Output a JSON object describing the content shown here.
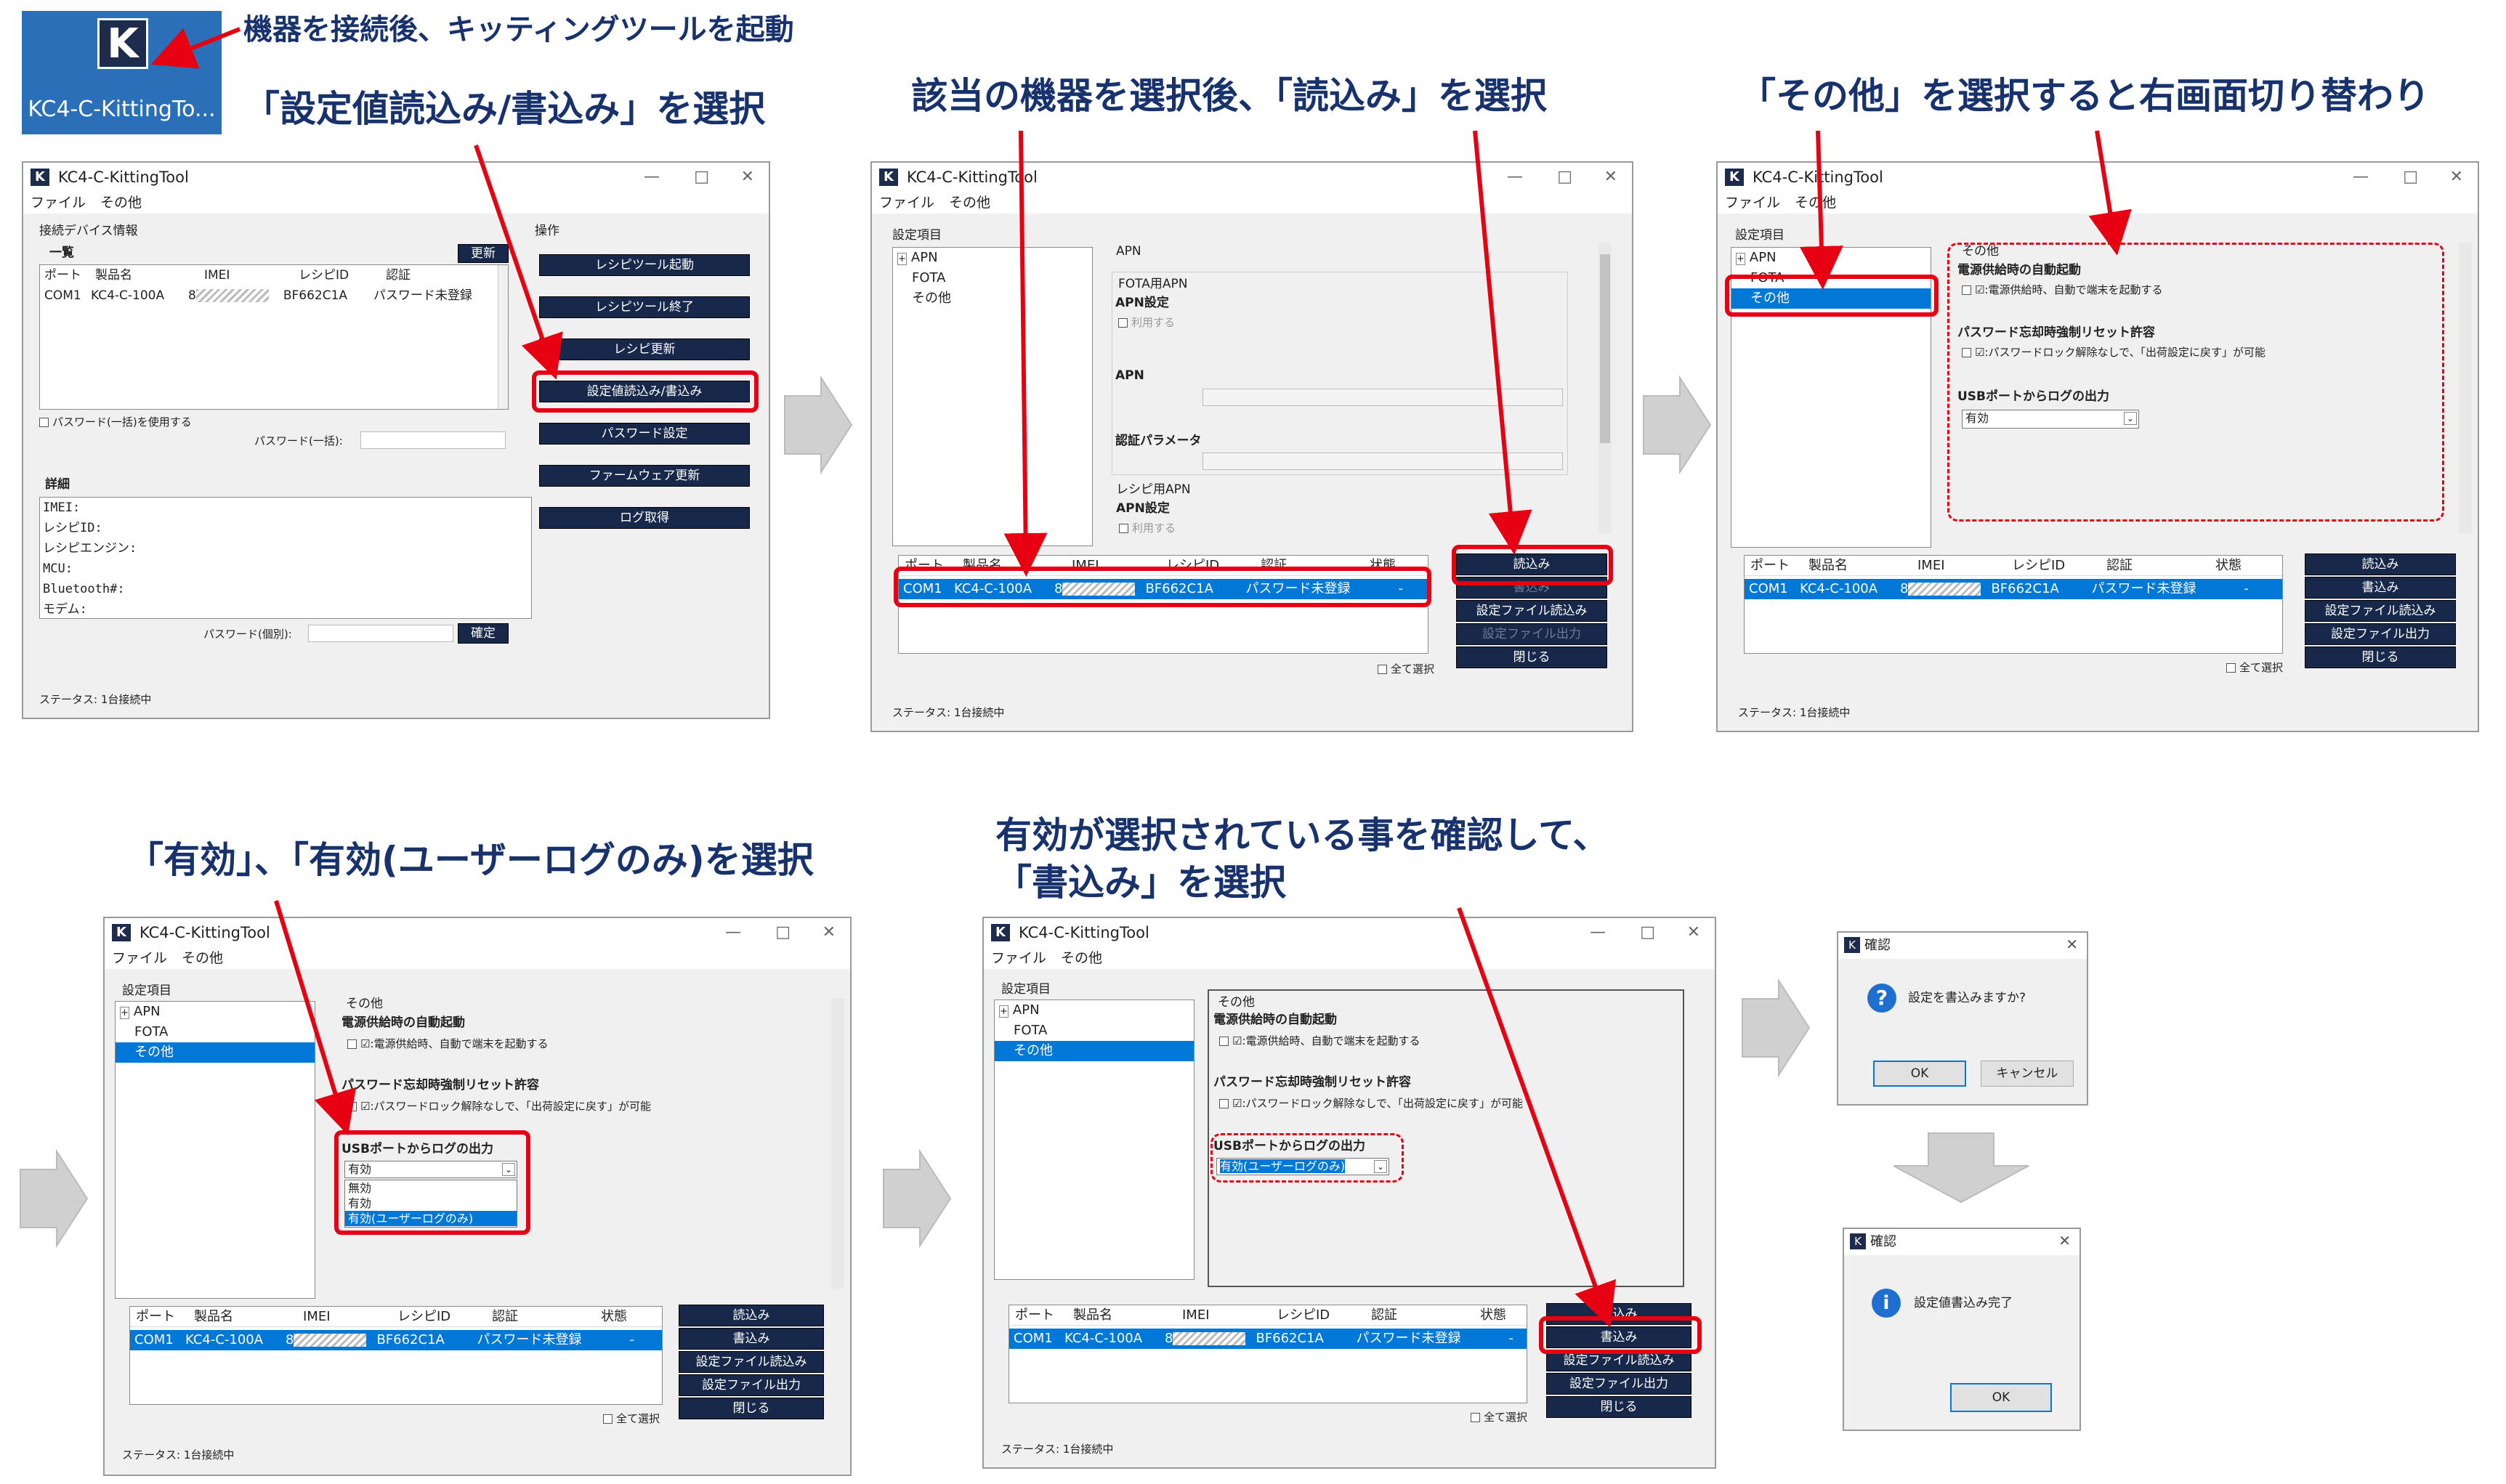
{
  "captions": {
    "step1a": "機器を接続後、キッティングツールを起動",
    "step1b": "「設定値読込み/書込み」を選択",
    "step2": "該当の機器を選択後、「読込み」を選択",
    "step3": "「その他」を選択すると右画面切り替わり",
    "step4": "「有効」、「有効(ユーザーログのみ)を選択",
    "step5a": "有効が選択されている事を確認して、",
    "step5b": "「書込み」を選択"
  },
  "app_icon": {
    "letter": "K",
    "label": "KC4-C-KittingTo..."
  },
  "window": {
    "title": "KC4-C-KittingTool",
    "menu_file": "ファイル",
    "menu_other": "その他",
    "minimize": "—",
    "maximize": "□",
    "close": "✕"
  },
  "main": {
    "connected_devices": "接続デバイス情報",
    "list_label": "一覧",
    "refresh": "更新",
    "operations": "操作",
    "buttons": [
      "レシピツール起動",
      "レシピツール終了",
      "レシピ更新",
      "設定値読込み/書込み",
      "パスワード設定",
      "ファームウェア更新",
      "ログ取得"
    ],
    "use_password_bulk": "パスワード(一括)を使用する",
    "password_bulk": "パスワード(一括):",
    "details": "詳細",
    "detail_lines": [
      "IMEI:",
      "レシピID:",
      "レシピエンジン:",
      "MCU:",
      "Bluetooth#:",
      "モデム:"
    ],
    "password_individual": "パスワード(個別):",
    "confirm": "確定",
    "status": "ステータス: 1台接続中"
  },
  "table": {
    "headers": [
      "ポート",
      "製品名",
      "IMEI",
      "レシピID",
      "認証",
      "状態"
    ],
    "row": {
      "port": "COM1",
      "product": "KC4-C-100A",
      "imei_prefix": "8",
      "recipe": "BF662C1A",
      "auth": "パスワード未登録",
      "state": "-"
    }
  },
  "settings": {
    "items_label": "設定項目",
    "tree": [
      "APN",
      "FOTA",
      "その他"
    ],
    "apn_header": "APN",
    "fota_apn": "FOTA用APN",
    "apn_setting": "APN設定",
    "use": "利用する",
    "apn": "APN",
    "auth_param": "認証パラメータ",
    "recipe_apn": "レシピ用APN",
    "other_header": "その他",
    "auto_start": "電源供給時の自動起動",
    "auto_start_cb": "☑:電源供給時、自動で端末を起動する",
    "pw_reset": "パスワード忘却時強制リセット許容",
    "pw_reset_cb": "☑:パスワードロック解除なしで、「出荷設定に戻す」が可能",
    "usb_log": "USBポートからログの出力",
    "usb_value": "有効",
    "usb_value_user": "有効(ユーザーログのみ)",
    "options": [
      "無効",
      "有効",
      "有効(ユーザーログのみ)"
    ],
    "select_all": "全て選択",
    "btns": [
      "読込み",
      "書込み",
      "設定ファイル読込み",
      "設定ファイル出力",
      "閉じる"
    ],
    "status": "ステータス: 1台接続中"
  },
  "dialog1": {
    "title": "確認",
    "message": "設定を書込みますか?",
    "ok": "OK",
    "cancel": "キャンセル",
    "close": "✕"
  },
  "dialog2": {
    "title": "確認",
    "message": "設定値書込み完了",
    "ok": "OK",
    "close": "✕"
  },
  "colors": {
    "caption": "#17326c",
    "red": "#e60012",
    "button": "#17284a",
    "select": "#0078d7"
  }
}
